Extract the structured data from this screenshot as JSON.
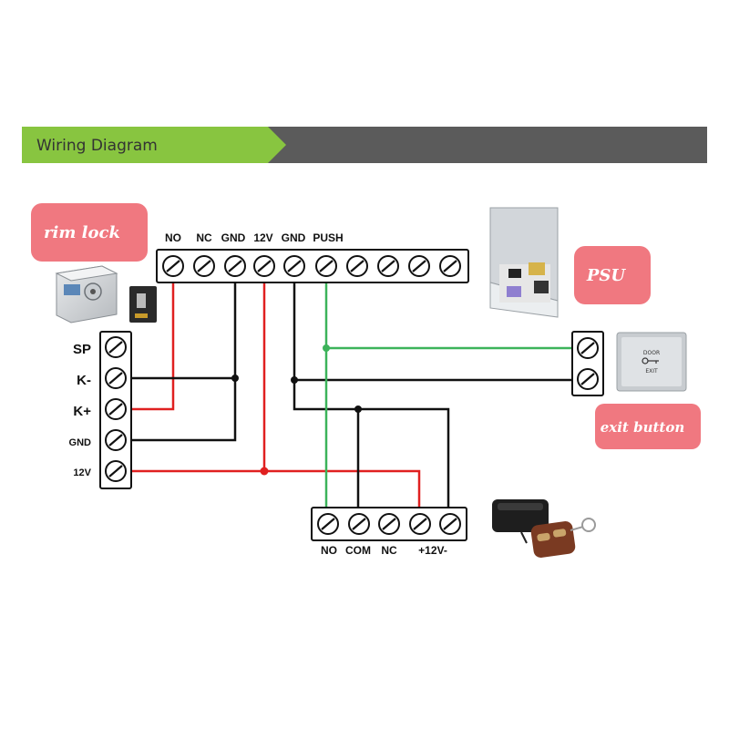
{
  "header": {
    "title": "Wiring Diagram"
  },
  "controller_terminals": [
    "NO",
    "NC",
    "GND",
    "12V",
    "GND",
    "PUSH"
  ],
  "lock_terminals": [
    "SP",
    "K-",
    "K+",
    "GND",
    "12V"
  ],
  "receiver_terminals": [
    "NO",
    "COM",
    "NC",
    "+12V-"
  ],
  "badges": {
    "rim_lock": "rim lock",
    "psu": "PSU",
    "exit_button": "exit button"
  },
  "exit_button_face": {
    "top": "DOOR",
    "bottom": "EXIT"
  },
  "colors": {
    "header_green": "#88c540",
    "header_gray": "#5b5b5b",
    "wire_red": "#e02020",
    "wire_black": "#111111",
    "wire_green": "#3cb35a",
    "badge_pink": "#f07880"
  }
}
